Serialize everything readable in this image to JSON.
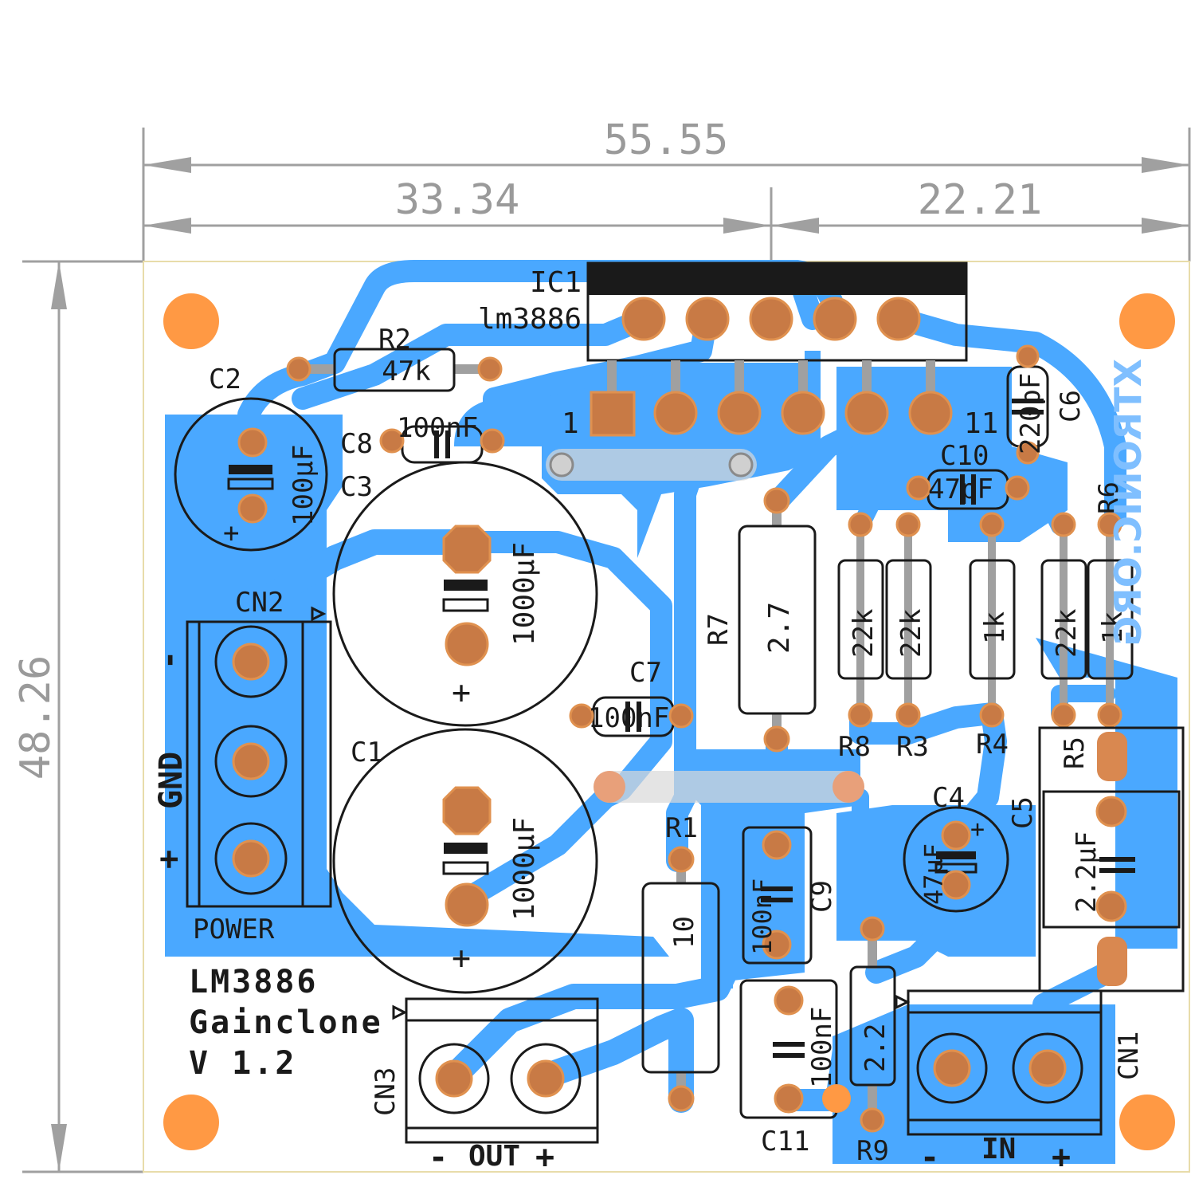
{
  "dimensions": {
    "total_width": "55.55",
    "left_width": "33.34",
    "right_width": "22.21",
    "height": "48.26"
  },
  "ic": {
    "ref": "IC1",
    "value": "lm3886",
    "pin_first": "1",
    "pin_last": "11"
  },
  "components": {
    "R1": {
      "ref": "R1",
      "value": "10"
    },
    "R2": {
      "ref": "R2",
      "value": "47k"
    },
    "R3": {
      "ref": "R3",
      "value": "22k"
    },
    "R4": {
      "ref": "R4",
      "value": "1k"
    },
    "R5": {
      "ref": "R5",
      "value": "22k"
    },
    "R6": {
      "ref": "R6",
      "value": "1k"
    },
    "R7": {
      "ref": "R7",
      "value": "2.7"
    },
    "R8": {
      "ref": "R8",
      "value": "22k"
    },
    "R9": {
      "ref": "R9",
      "value": "2.2"
    },
    "C1": {
      "ref": "C1",
      "value": "1000µF"
    },
    "C2": {
      "ref": "C2",
      "value": "100µF"
    },
    "C3": {
      "ref": "C3",
      "value": "1000µF"
    },
    "C4": {
      "ref": "C4",
      "value": "47µF"
    },
    "C5": {
      "ref": "C5",
      "value": "2.2µF"
    },
    "C6": {
      "ref": "C6",
      "value": "220pF"
    },
    "C7": {
      "ref": "C7",
      "value": "100nF"
    },
    "C8": {
      "ref": "C8",
      "value": "100nF"
    },
    "C9": {
      "ref": "C9",
      "value": "100nF"
    },
    "C10": {
      "ref": "C10",
      "value": "47pF"
    },
    "C11": {
      "ref": "C11",
      "value": "100nF"
    }
  },
  "connectors": {
    "CN1": {
      "ref": "CN1",
      "label": "IN",
      "minus": "-",
      "plus": "+"
    },
    "CN2": {
      "ref": "CN2",
      "label": "POWER",
      "minus": "-",
      "gnd": "GND",
      "plus": "+"
    },
    "CN3": {
      "ref": "CN3",
      "label": "OUT",
      "minus": "-",
      "plus": "+"
    }
  },
  "polarity_plus": "+",
  "title": {
    "line1": "LM3886",
    "line2": "Gainclone",
    "line3": "V 1.2"
  },
  "logo": "XTRONIC.ORG",
  "colors": {
    "copper": "#4aa8ff",
    "pad": "#c87a45",
    "mount_hole": "#ff9944",
    "silkscreen": "#1a1a1a",
    "dimension": "#a0a0a0"
  }
}
